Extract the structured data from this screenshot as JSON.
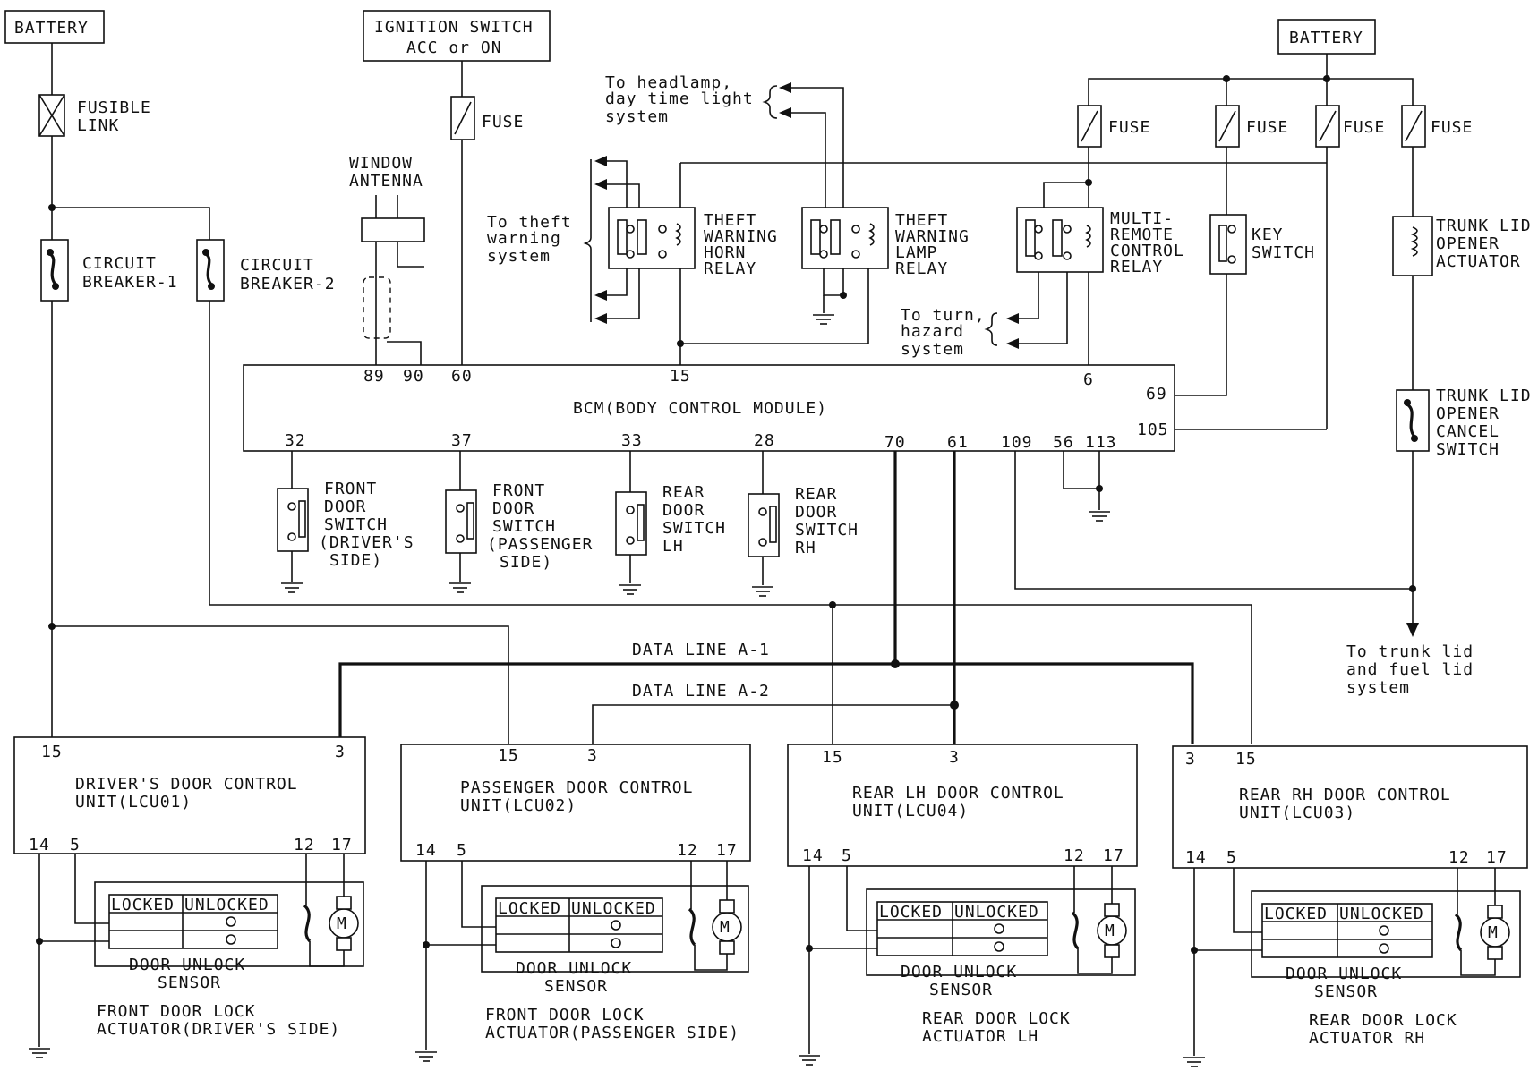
{
  "power": {
    "battery_left": "BATTERY",
    "battery_right": "BATTERY",
    "ignition_line1": "IGNITION SWITCH",
    "ignition_line2": "ACC or ON",
    "fusible_link_1": "FUSIBLE",
    "fusible_link_2": "LINK",
    "fuse": "FUSE"
  },
  "breakers": {
    "cb1_line1": "CIRCUIT",
    "cb1_line2": "BREAKER-1",
    "cb2_line1": "CIRCUIT",
    "cb2_line2": "BREAKER-2"
  },
  "antenna": {
    "line1": "WINDOW",
    "line2": "ANTENNA"
  },
  "relays": {
    "horn": [
      "THEFT",
      "WARNING",
      "HORN",
      "RELAY"
    ],
    "lamp": [
      "THEFT",
      "WARNING",
      "LAMP",
      "RELAY"
    ],
    "multi": [
      "MULTI-",
      "REMOTE",
      "CONTROL",
      "RELAY"
    ]
  },
  "key_switch": [
    "KEY",
    "SWITCH"
  ],
  "trunk_actuator": [
    "TRUNK LID",
    "OPENER",
    "ACTUATOR"
  ],
  "trunk_cancel": [
    "TRUNK LID",
    "OPENER",
    "CANCEL",
    "SWITCH"
  ],
  "notes": {
    "headlamp": [
      "To headlamp,",
      "day time light",
      "system"
    ],
    "theft": [
      "To theft",
      "warning",
      "system"
    ],
    "turn": [
      "To turn,",
      "hazard",
      "system"
    ],
    "trunk": [
      "To trunk lid",
      "and fuel lid",
      "system"
    ]
  },
  "bcm": {
    "label": "BCM(BODY CONTROL MODULE)",
    "pins_top": [
      "89",
      "90",
      "60",
      "15",
      "6"
    ],
    "pins_right": [
      "69",
      "105"
    ],
    "pins_bottom": [
      "32",
      "37",
      "33",
      "28",
      "70",
      "61",
      "109",
      "56",
      "113"
    ]
  },
  "door_switches": {
    "front_driver": [
      "FRONT",
      "DOOR",
      "SWITCH",
      "(DRIVER'S",
      "SIDE)"
    ],
    "front_passenger": [
      "FRONT",
      "DOOR",
      "SWITCH",
      "(PASSENGER",
      "SIDE)"
    ],
    "rear_lh": [
      "REAR",
      "DOOR",
      "SWITCH",
      "LH"
    ],
    "rear_rh": [
      "REAR",
      "DOOR",
      "SWITCH",
      "RH"
    ]
  },
  "data_lines": {
    "a1": "DATA LINE A-1",
    "a2": "DATA LINE A-2"
  },
  "units": [
    {
      "line1": "DRIVER'S DOOR CONTROL",
      "line2": "UNIT(LCU01)",
      "pin15": "15",
      "pin3": "3",
      "pin14": "14",
      "pin5": "5",
      "pin12": "12",
      "pin17": "17",
      "actuator1": "FRONT DOOR LOCK",
      "actuator2": "ACTUATOR(DRIVER'S SIDE)"
    },
    {
      "line1": "PASSENGER DOOR CONTROL",
      "line2": "UNIT(LCU02)",
      "pin15": "15",
      "pin3": "3",
      "pin14": "14",
      "pin5": "5",
      "pin12": "12",
      "pin17": "17",
      "actuator1": "FRONT DOOR LOCK",
      "actuator2": "ACTUATOR(PASSENGER SIDE)"
    },
    {
      "line1": "REAR LH DOOR CONTROL",
      "line2": "UNIT(LCU04)",
      "pin15": "15",
      "pin3": "3",
      "pin14": "14",
      "pin5": "5",
      "pin12": "12",
      "pin17": "17",
      "actuator1": "REAR DOOR LOCK",
      "actuator2": "ACTUATOR LH"
    },
    {
      "line1": "REAR RH DOOR CONTROL",
      "line2": "UNIT(LCU03)",
      "pin15": "15",
      "pin3": "3",
      "pin14": "14",
      "pin5": "5",
      "pin12": "12",
      "pin17": "17",
      "actuator1": "REAR DOOR LOCK",
      "actuator2": "ACTUATOR RH"
    }
  ],
  "sensor": {
    "locked": "LOCKED",
    "unlocked": "UNLOCKED",
    "line1": "DOOR UNLOCK",
    "line2": "SENSOR",
    "motor": "M"
  }
}
